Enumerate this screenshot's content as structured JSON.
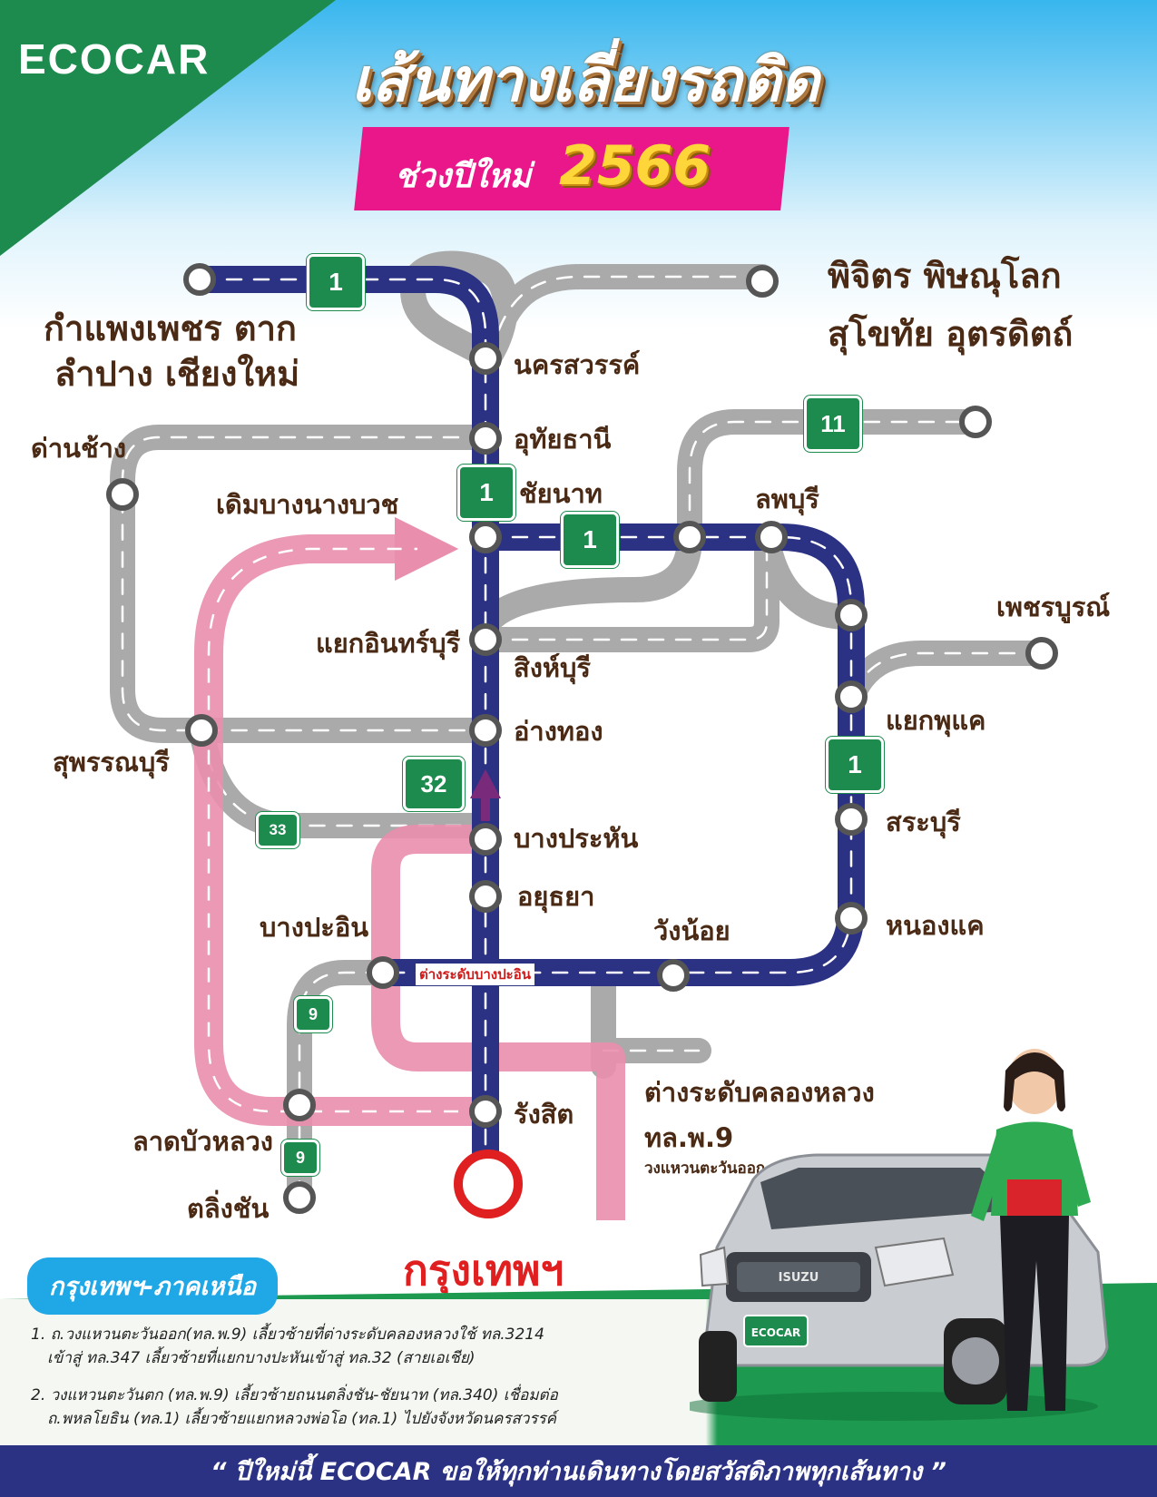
{
  "header": {
    "logo": "ECOCAR",
    "title": "เส้นทางเลี่ยงรถติด",
    "banner_label": "ช่วงปีใหม่",
    "banner_year": "2566"
  },
  "regions": {
    "northwest": [
      "กำแพงเพชร ตาก",
      "ลำปาง เชียงใหม่"
    ],
    "northeast": [
      "พิจิตร พิษณุโลก",
      "สุโขทัย อุตรดิตถ์"
    ]
  },
  "places": {
    "nakhon_sawan": "นครสวรรค์",
    "uthai_thani": "อุทัยธานี",
    "dan_chang": "ด่านช้าง",
    "chainat": "ชัยนาท",
    "derm_bang": "เดิมบางนางบวช",
    "lopburi": "ลพบุรี",
    "phetchabun": "เพชรบูรณ์",
    "inburi_junction": "แยกอินทร์บุรี",
    "singburi": "สิงห์บุรี",
    "ang_thong": "อ่างทอง",
    "suphanburi": "สุพรรณบุรี",
    "phukhae_junction": "แยกพุแค",
    "bang_pahan": "บางประหัน",
    "saraburi": "สระบุรี",
    "ayutthaya": "อยุธยา",
    "bang_pa_in": "บางปะอิน",
    "wang_noi": "วังน้อย",
    "nong_khae": "หนองแค",
    "bang_pa_in_interchange": "ต่างระดับบางปะอิน",
    "khlong_luang_interchange": "ต่างระดับคลองหลวง",
    "ring_road": "ทล.พ.9",
    "ring_road_sub": "วงแหวนตะวันออก",
    "lat_bua_luang": "ลาดบัวหลวง",
    "rangsit": "รังสิต",
    "taling_chan": "ตลิ่งชัน",
    "bangkok": "กรุงเทพฯ"
  },
  "shields": {
    "r1": "1",
    "r11": "11",
    "r32": "32",
    "r33": "33",
    "r9": "9"
  },
  "colors": {
    "main_route": "#2b3284",
    "alt_route": "#aaaaaa",
    "suggested": "#e98eac",
    "shield": "#1e8b4e",
    "brand_green": "#1d9a50",
    "banner": "#e9178a"
  },
  "legend": {
    "tag": "กรุงเทพฯ-ภาคเหนือ",
    "route1": [
      "1. ถ.วงแหวนตะวันออก(ทล.พ.9) เลี้ยวซ้ายที่ต่างระดับคลองหลวงใช้ ทล.3214",
      "เข้าสู่ ทล.347 เลี้ยวซ้ายที่แยกบางปะหันเข้าสู่ ทล.32 (สายเอเชีย)"
    ],
    "route2": [
      "2. วงแหวนตะวันตก (ทล.พ.9) เลี้ยวซ้ายถนนตลิ่งชัน-ชัยนาท (ทล.340) เชื่อมต่อ",
      "ถ.พหลโยธิน (ทล.1) เลี้ยวซ้ายแยกหลวงพ่อโอ (ทล.1) ไปยังจังหวัดนครสวรรค์"
    ]
  },
  "footer": "“ ปีใหม่นี้ ECOCAR ขอให้ทุกท่านเดินทางโดยสวัสดิภาพทุกเส้นทาง ”",
  "car": {
    "plate": "ECOCAR",
    "badge": "ISUZU"
  }
}
